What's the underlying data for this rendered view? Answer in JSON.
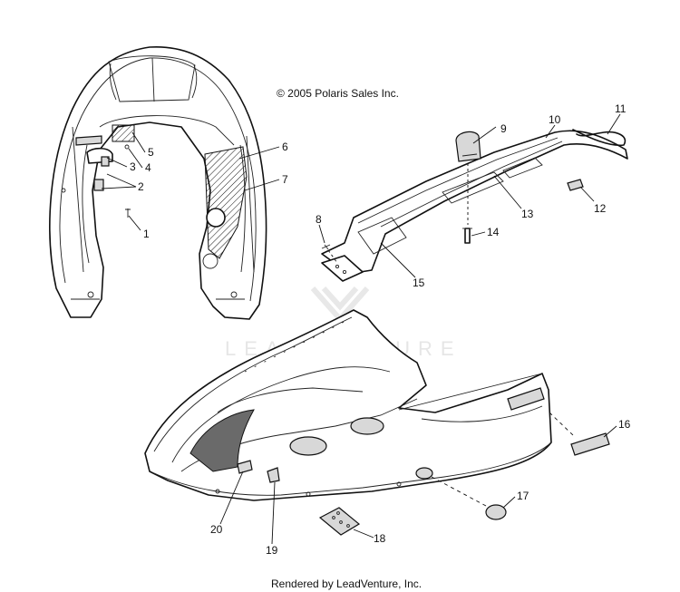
{
  "copyright": "© 2005 Polaris Sales Inc.",
  "footer": "Rendered by LeadVenture, Inc.",
  "watermark": "LEADVENTURE",
  "callouts": [
    "1",
    "2",
    "3",
    "4",
    "5",
    "6",
    "7",
    "8",
    "9",
    "10",
    "11",
    "12",
    "13",
    "14",
    "15",
    "16",
    "17",
    "18",
    "19",
    "20"
  ],
  "icons": {
    "watermark_logo": "leadventure-chevron-logo"
  }
}
